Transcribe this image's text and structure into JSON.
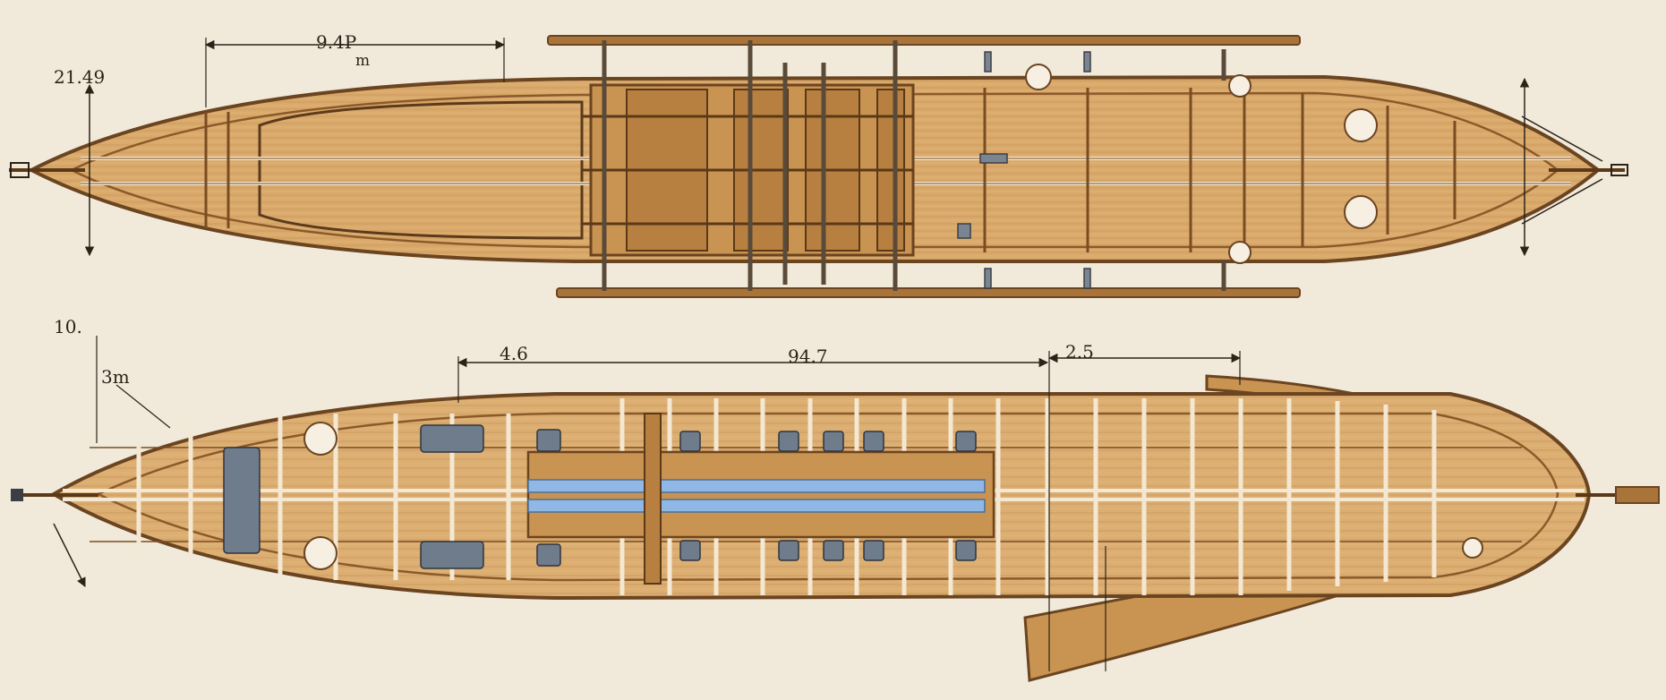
{
  "colors": {
    "paper": "#f1eadb",
    "hull_wood": "#d8a86a",
    "hull_dark": "#a9743a",
    "outline": "#6b4420",
    "metal": "#7b8592",
    "accent_blue": "#8fb8e6",
    "ink": "#2b2218"
  },
  "top_view": {
    "label_length_value": "9.4P",
    "label_length_unit": "m",
    "label_beam": "21.49"
  },
  "bottom_view": {
    "label_left": "10.",
    "label_unit": "3m",
    "label_seg1": "4.6",
    "label_seg2": "94.7",
    "label_seg3": "2.5"
  }
}
